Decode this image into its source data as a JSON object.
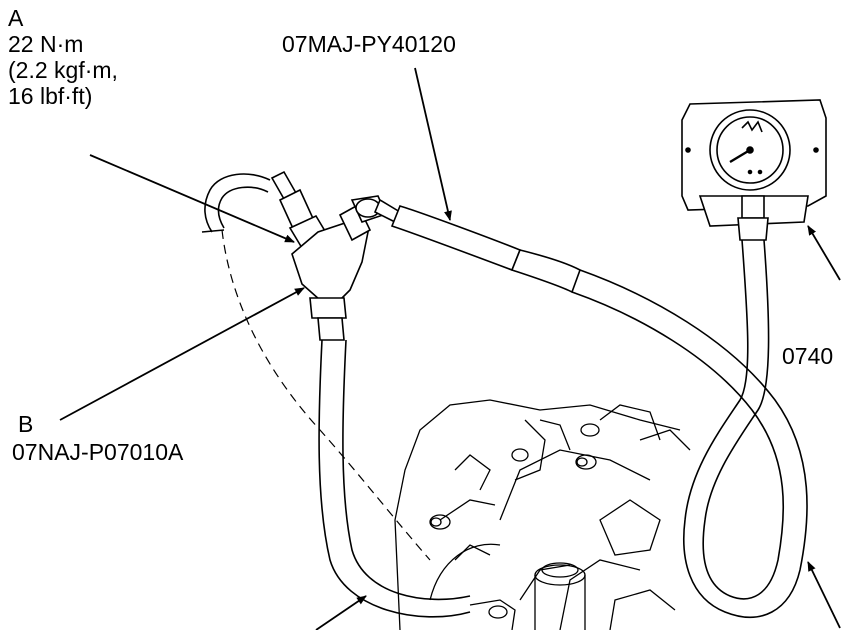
{
  "callouts": {
    "a": {
      "letter": "A",
      "line1": "22 N·m",
      "line2": "(2.2 kgf·m,",
      "line3": "16 lbf·ft)"
    },
    "b": {
      "letter": "B",
      "part_number": "07NAJ-P07010A"
    },
    "hose_part_number": "07MAJ-PY40120",
    "gauge_part_number_cropped": "0740"
  },
  "colors": {
    "line": "#000000",
    "background": "#ffffff"
  }
}
